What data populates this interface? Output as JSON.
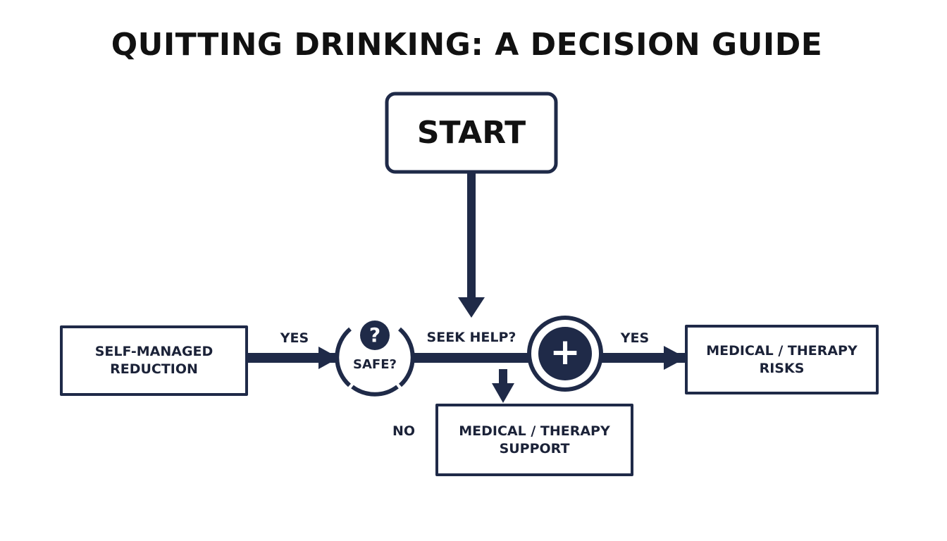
{
  "title": "QUITTING DRINKING: A DECISION GUIDE",
  "colors": {
    "line": "#1f2a48",
    "text": "#111111",
    "background": "#ffffff"
  },
  "nodes": {
    "start": "START",
    "self_managed": "SELF-MANAGED REDUCTION",
    "medical_risks": "MEDICAL / THERAPY RISKS",
    "medical_support": "MEDICAL / THERAPY SUPPORT",
    "safe_question": "SAFE?",
    "safe_icon_glyph": "?",
    "help_icon_glyph": "+"
  },
  "edges": {
    "yes_left": "YES",
    "seek_help": "SEEK HELP?",
    "yes_right": "YES",
    "no": "NO"
  },
  "icons": {
    "safe": "question-mark-icon",
    "help": "plus-cross-icon"
  }
}
